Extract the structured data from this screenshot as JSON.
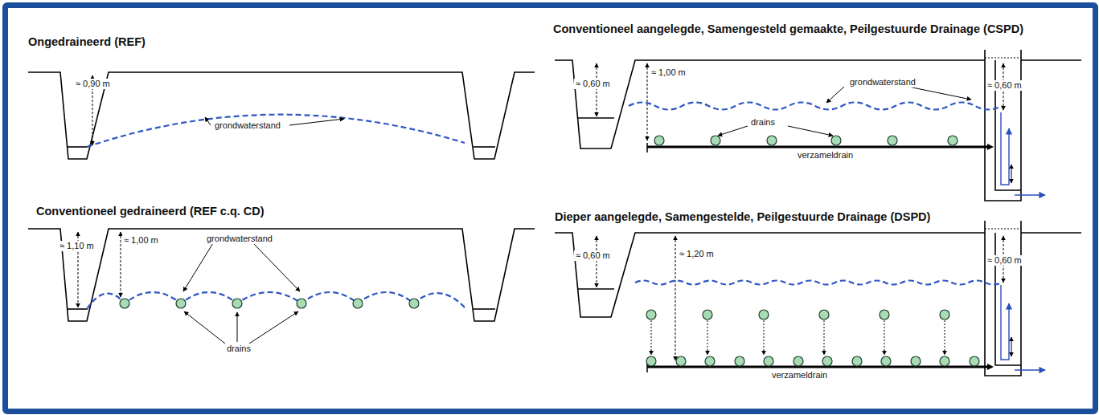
{
  "diagram": {
    "labels": [
      "Ongedraineerd (REF)",
      "≈ 0,90 m",
      "grondwaterstand",
      "Conventioneel gedraineerd (REF c.q. CD)",
      "≈ 1,10 m",
      "≈ 1,00 m",
      "grondwaterstand",
      "drains",
      "Conventioneel aangelegde, Samengesteld gemaakte, Peilgestuurde Drainage (CSPD)",
      "≈ 0,60 m",
      "≈ 1,00 m",
      "grondwaterstand",
      "drains",
      "verzameldrain",
      "≈ 0,60 m",
      "Dieper aangelegde, Samengestelde, Peilgestuurde Drainage (DSPD)",
      "≈ 0,60 m",
      "≈ 1,20 m",
      "≈ 0,60 m",
      "verzameldrain"
    ]
  }
}
